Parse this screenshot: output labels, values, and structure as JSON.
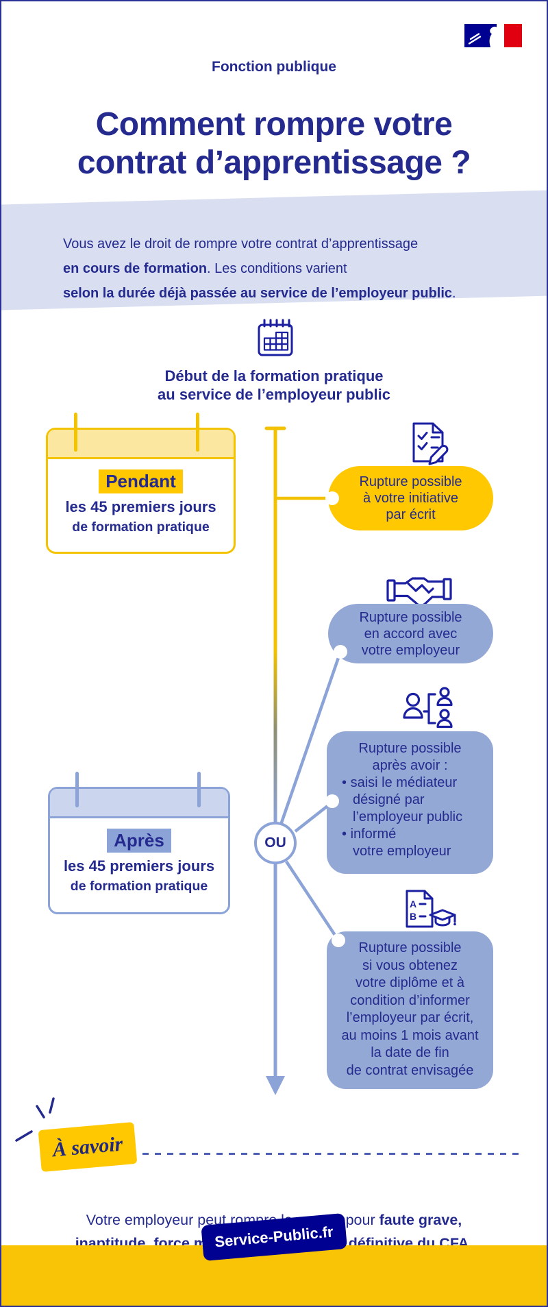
{
  "colors": {
    "navy_text": "#242a8e",
    "icon_navy": "#1b1fa2",
    "yellow": "#ffc800",
    "yellow_border": "#f4c300",
    "yellow_light": "#fbe7a0",
    "periwinkle": "#94a8d5",
    "periwinkle_border": "#8ca3d8",
    "periwinkle_light": "#cbd6ee",
    "intro_band": "#d9dff1",
    "footer_yellow": "#f9c306",
    "badge_navy": "#000091",
    "flag_blue": "#000091",
    "flag_red": "#e1000f",
    "page_border": "#2b3095"
  },
  "header": {
    "kicker": "Fonction publique",
    "title_line1": "Comment rompre votre",
    "title_line2": "contrat d’apprentissage ?"
  },
  "intro": {
    "line1": "Vous avez le droit de rompre votre contrat d’apprentissage",
    "line2_bold": "en cours de formation",
    "line2_rest": ". Les conditions varient",
    "line3_bold": "selon la durée déjà passée au service de l’employeur public",
    "line3_rest": "."
  },
  "timeline": {
    "start_icon": "calendar-icon",
    "start_label_line1": "Début de la formation pratique",
    "start_label_line2": "au service de l’employeur public",
    "or_label": "OU"
  },
  "period_cards": {
    "pendant": {
      "highlight": "Pendant",
      "line1": "les 45 premiers jours",
      "line2": "de formation pratique"
    },
    "apres": {
      "highlight": "Après",
      "line1": "les 45 premiers jours",
      "line2": "de formation pratique"
    }
  },
  "outcomes": {
    "initiative": {
      "icon": "checklist-pen-icon",
      "line1": "Rupture possible",
      "line2": "à votre initiative",
      "line3": "par écrit"
    },
    "accord": {
      "icon": "handshake-icon",
      "line1": "Rupture possible",
      "line2": "en accord avec",
      "line3": "votre employeur"
    },
    "mediateur": {
      "icon": "mediator-people-icon",
      "line1": "Rupture possible",
      "line2": "après avoir :",
      "bullet1_l1": "saisi le médiateur",
      "bullet1_l2": "désigné par",
      "bullet1_l3": "l’employeur public",
      "bullet2_l1": "informé",
      "bullet2_l2": "votre employeur"
    },
    "diplome": {
      "icon": "graduation-document-icon",
      "line1": "Rupture possible",
      "line2": "si vous obtenez",
      "line3": "votre diplôme et à",
      "line4": "condition d’informer",
      "line5": "l’employeur par écrit,",
      "line6": "au moins 1 mois avant",
      "line7": "la date de fin",
      "line8": "de contrat envisagée"
    }
  },
  "know": {
    "tag": "À savoir",
    "text_regular": "Votre employeur peut rompre le contrat pour ",
    "text_bold_line1": "faute grave,",
    "text_bold_line2": "inaptitude, force majeure ou exclusion définitive du CFA",
    "text_end": "."
  },
  "footer": {
    "badge": "Service-Public.fr"
  },
  "icons": {
    "diploma_letter_a": "A",
    "diploma_letter_b": "B"
  }
}
